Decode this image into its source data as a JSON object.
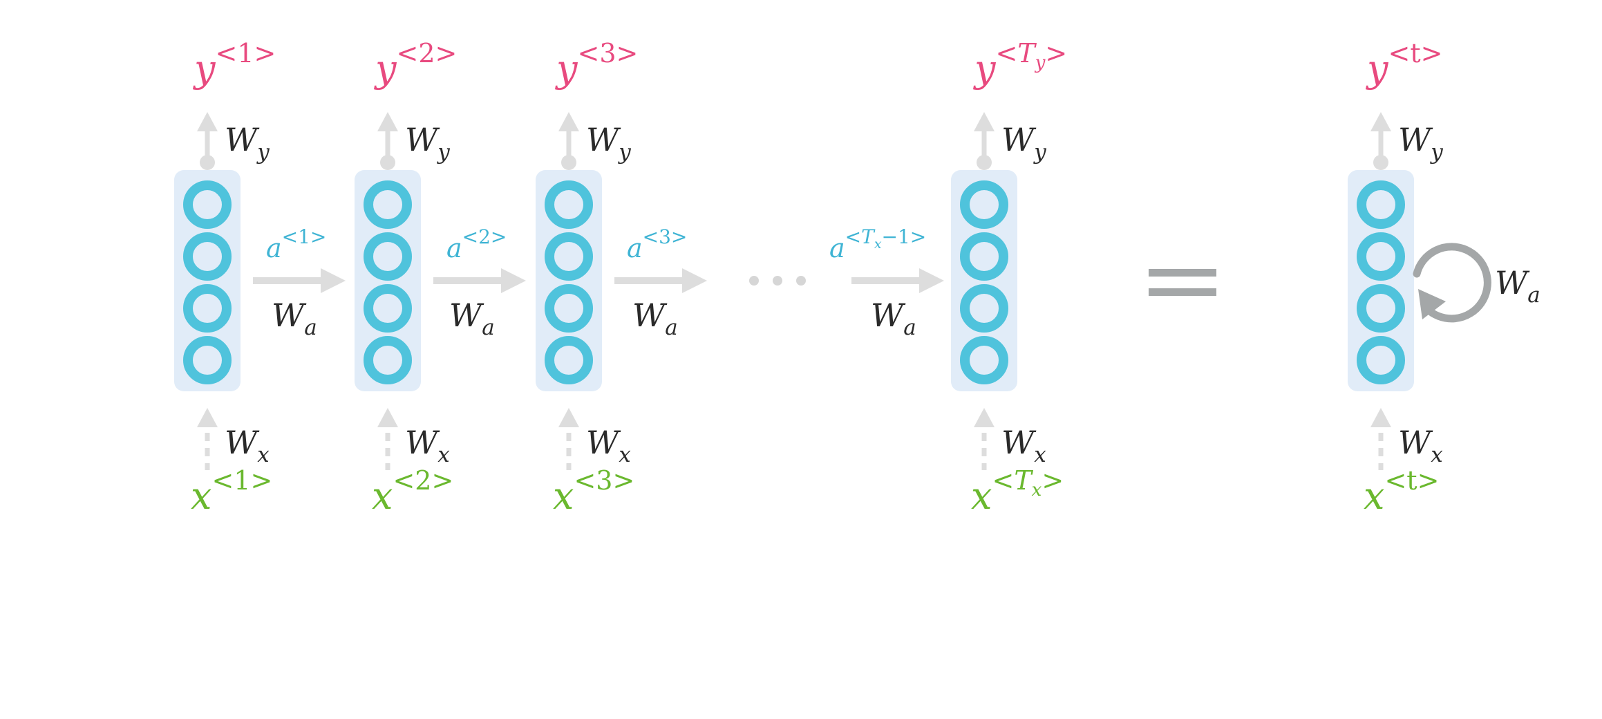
{
  "colors": {
    "output": "#e84a7f",
    "input": "#6ab82e",
    "activation": "#3fb4d4",
    "neuron_ring": "#4fc3dc",
    "neuron_fill": "#e1ecf8",
    "cell_bg": "#e1ecf8",
    "arrow": "#dddddd",
    "label": "#2a2a2a",
    "equals": "#a4a7a8",
    "loop": "#a4a7a8",
    "dots": "#d6d6d6"
  },
  "weights": {
    "wy": "W",
    "wy_sub": "y",
    "wx": "W",
    "wx_sub": "x",
    "wa": "W",
    "wa_sub": "a"
  },
  "cells": [
    {
      "y_base": "y",
      "y_sup": "<1>",
      "x_base": "x",
      "x_sup": "<1>"
    },
    {
      "y_base": "y",
      "y_sup": "<2>",
      "x_base": "x",
      "x_sup": "<2>"
    },
    {
      "y_base": "y",
      "y_sup": "<3>",
      "x_base": "x",
      "x_sup": "<3>"
    },
    {
      "y_base": "y",
      "y_sup_open": "<",
      "y_sup_var": "T",
      "y_sup_sub": "y",
      "y_sup_close": ">",
      "x_base": "x",
      "x_sup_open": "<",
      "x_sup_var": "T",
      "x_sup_sub": "x",
      "x_sup_close": ">"
    }
  ],
  "activations": [
    {
      "base": "a",
      "sup": "<1>"
    },
    {
      "base": "a",
      "sup": "<2>"
    },
    {
      "base": "a",
      "sup": "<3>"
    },
    {
      "base": "a",
      "sup_open": "<",
      "sup_var": "T",
      "sup_sub": "x",
      "sup_rest": "−1>"
    }
  ],
  "rolled": {
    "y_base": "y",
    "y_sup": "<t>",
    "x_base": "x",
    "x_sup": "<t>"
  },
  "ellipsis_count": 3,
  "neurons_per_cell": 4
}
